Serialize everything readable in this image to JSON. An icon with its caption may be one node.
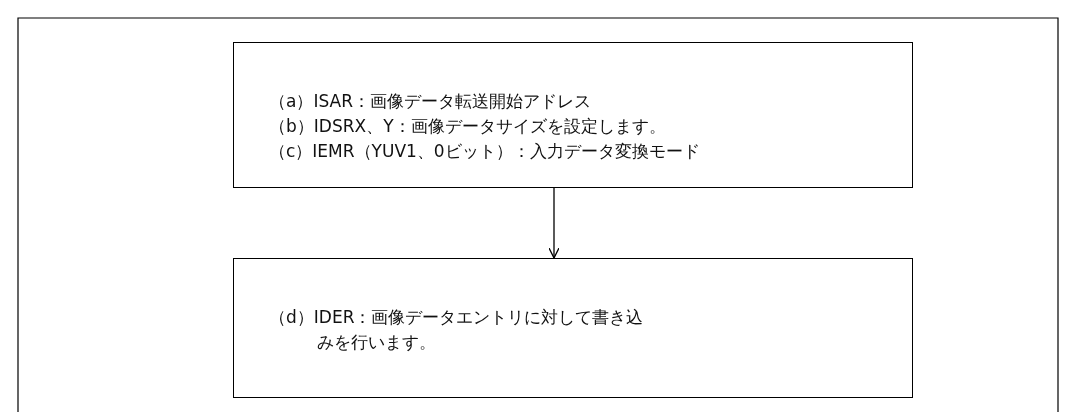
{
  "diagram": {
    "nodes": [
      {
        "text": [
          "（a）ISAR：画像データ転送開始アドレス",
          "（b）IDSRX、Y：画像データサイズを設定します。",
          "（c）IEMR（YUV1、0ビット）：入力データ変換モード"
        ]
      },
      {
        "text": [
          "（d）IDER：画像データエントリに対して書き込みを行います。"
        ]
      }
    ],
    "edges": [
      {
        "from": 0,
        "to": 1,
        "arrow": "to"
      }
    ]
  }
}
